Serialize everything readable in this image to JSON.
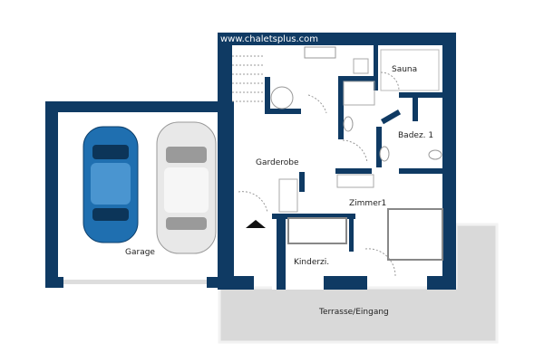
{
  "watermark": "www.chaletsplus.com",
  "colors": {
    "wall": "#0f3a63",
    "terrace": "#d9d9d9",
    "car_blue": "#1f6fb0",
    "car_white": "#e8e8e8"
  },
  "rooms": {
    "sauna": "Sauna",
    "bath": "Badez. 1",
    "cloakroom": "Garderobe",
    "room1": "Zimmer1",
    "kids_room": "Kinderzi.",
    "garage": "Garage",
    "terrace": "Terrasse/Eingang"
  },
  "icons": [
    "entrance-arrow-icon",
    "blue-car-icon",
    "white-car-icon",
    "staircase-icon",
    "bed-icon",
    "toilet-icon",
    "shower-icon"
  ]
}
